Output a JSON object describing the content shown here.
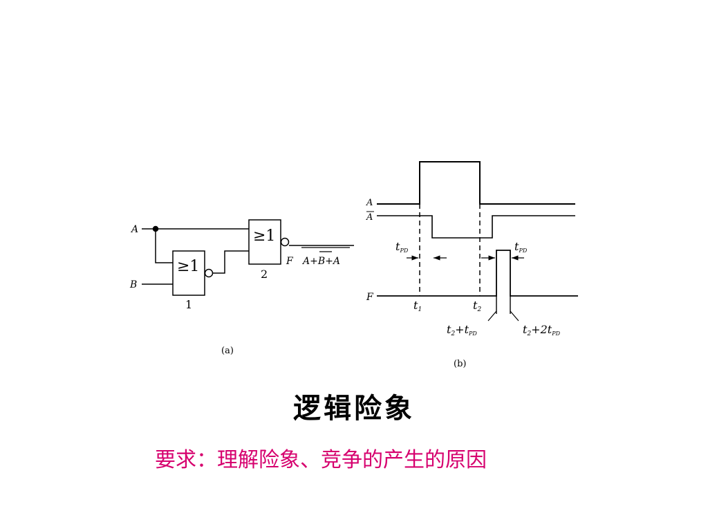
{
  "circuit": {
    "input_a": "A",
    "input_b": "B",
    "output": "F",
    "gate_symbol": "≥1",
    "gate1_number": "1",
    "gate2_number": "2",
    "output_expression": "A+B+A",
    "caption": "(a)"
  },
  "waveform": {
    "signal_a": "A",
    "signal_a_bar": "A",
    "signal_f": "F",
    "delay_label": "t",
    "delay_sub": "PD",
    "t1": "t",
    "t1_sub": "1",
    "t2": "t",
    "t2_sub": "2",
    "t2_plus_tpd": "t",
    "t2_plus_tpd_sub1": "2",
    "t2_plus_tpd_mid": "+t",
    "t2_plus_tpd_sub2": "PD",
    "t2_plus_2tpd": "t",
    "t2_plus_2tpd_sub1": "2",
    "t2_plus_2tpd_mid": "+2t",
    "t2_plus_2tpd_sub2": "PD",
    "caption": "(b)"
  },
  "title": "逻辑险象",
  "requirement": "要求：理解险象、竞争的产生的原因"
}
